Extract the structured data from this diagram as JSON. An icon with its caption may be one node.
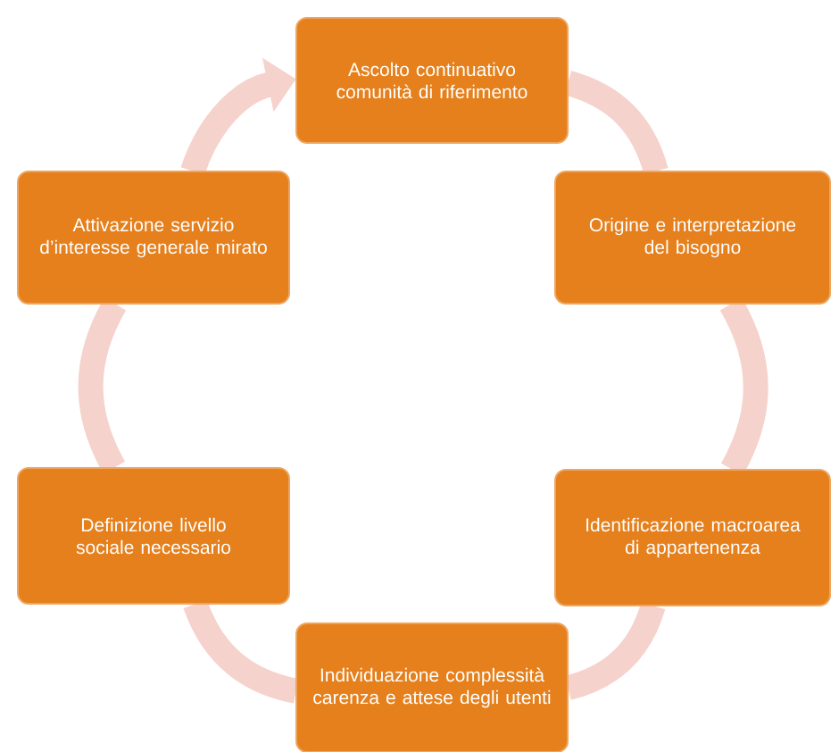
{
  "diagram": {
    "nodes": [
      {
        "text": [
          "Ascolto continuativo comunità di riferimento"
        ]
      },
      {
        "text": [
          "Origine e interpretazione del bisogno"
        ]
      },
      {
        "text": [
          "Identificazione macroarea di appartenenza"
        ]
      },
      {
        "text": [
          "Individuazione complessità carenza e attese degli utenti"
        ]
      },
      {
        "text": [
          "Definizione livello sociale necessario"
        ]
      },
      {
        "text": [
          "Attivazione servizio d’interesse generale mirato"
        ]
      }
    ],
    "edges": [
      {
        "from": 0,
        "to": 1,
        "arrow": "none"
      },
      {
        "from": 1,
        "to": 2,
        "arrow": "none"
      },
      {
        "from": 2,
        "to": 3,
        "arrow": "none"
      },
      {
        "from": 3,
        "to": 4,
        "arrow": "none"
      },
      {
        "from": 4,
        "to": 5,
        "arrow": "none"
      },
      {
        "from": 5,
        "to": 0,
        "arrow": "to"
      }
    ]
  }
}
